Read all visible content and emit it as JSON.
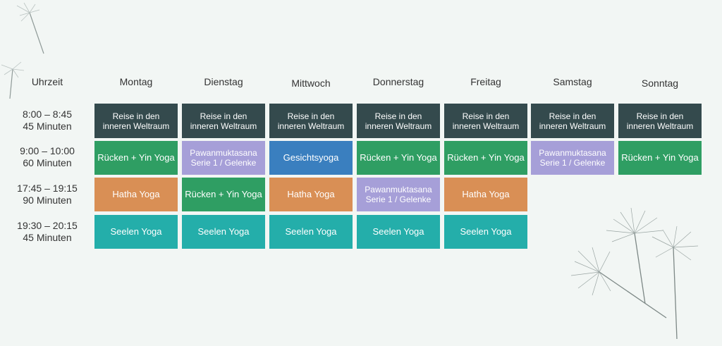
{
  "colors": {
    "background": "#f2f6f4",
    "dark": "#344a4d",
    "green": "#2f9e63",
    "purple": "#a69fd8",
    "blue": "#3a7fbf",
    "orange": "#d98f55",
    "teal": "#24aeaa"
  },
  "schedule": {
    "time_header": "Uhrzeit",
    "days": [
      "Montag",
      "Dienstag",
      "Mittwoch",
      "Donnerstag",
      "Freitag",
      "Samstag",
      "Sonntag"
    ],
    "time_slots": [
      {
        "time": "8:00 – 8:45",
        "duration": "45 Minuten"
      },
      {
        "time": "9:00 – 10:00",
        "duration": "60 Minuten"
      },
      {
        "time": "17:45 – 19:15",
        "duration": "90 Minuten"
      },
      {
        "time": "19:30 – 20:15",
        "duration": "45 Minuten"
      }
    ],
    "rows": [
      [
        {
          "label": "Reise in den\ninneren Weltraum",
          "color": "dark"
        },
        {
          "label": "Reise in den\ninneren Weltraum",
          "color": "dark"
        },
        {
          "label": "Reise in den\ninneren Weltraum",
          "color": "dark"
        },
        {
          "label": "Reise in den\ninneren Weltraum",
          "color": "dark"
        },
        {
          "label": "Reise in den\ninneren Weltraum",
          "color": "dark"
        },
        {
          "label": "Reise in den\ninneren Weltraum",
          "color": "dark"
        },
        {
          "label": "Reise in den\ninneren Weltraum",
          "color": "dark"
        }
      ],
      [
        {
          "label": "Rücken + Yin Yoga",
          "color": "green"
        },
        {
          "label": "Pawanmuktasana\nSerie 1 / Gelenke",
          "color": "purple"
        },
        {
          "label": "Gesichtsyoga",
          "color": "blue"
        },
        {
          "label": "Rücken + Yin Yoga",
          "color": "green"
        },
        {
          "label": "Rücken + Yin Yoga",
          "color": "green"
        },
        {
          "label": "Pawanmuktasana\nSerie 1 / Gelenke",
          "color": "purple"
        },
        {
          "label": "Rücken + Yin Yoga",
          "color": "green"
        }
      ],
      [
        {
          "label": "Hatha  Yoga",
          "color": "orange"
        },
        {
          "label": "Rücken + Yin Yoga",
          "color": "green"
        },
        {
          "label": "Hatha Yoga",
          "color": "orange"
        },
        {
          "label": "Pawanmuktasana\nSerie 1  / Gelenke",
          "color": "purple"
        },
        {
          "label": "Hatha  Yoga",
          "color": "orange"
        },
        null,
        null
      ],
      [
        {
          "label": "Seelen Yoga",
          "color": "teal"
        },
        {
          "label": "Seelen Yoga",
          "color": "teal"
        },
        {
          "label": "Seelen Yoga",
          "color": "teal"
        },
        {
          "label": "Seelen Yoga",
          "color": "teal"
        },
        {
          "label": "Seelen Yoga",
          "color": "teal"
        },
        null,
        null
      ]
    ]
  }
}
